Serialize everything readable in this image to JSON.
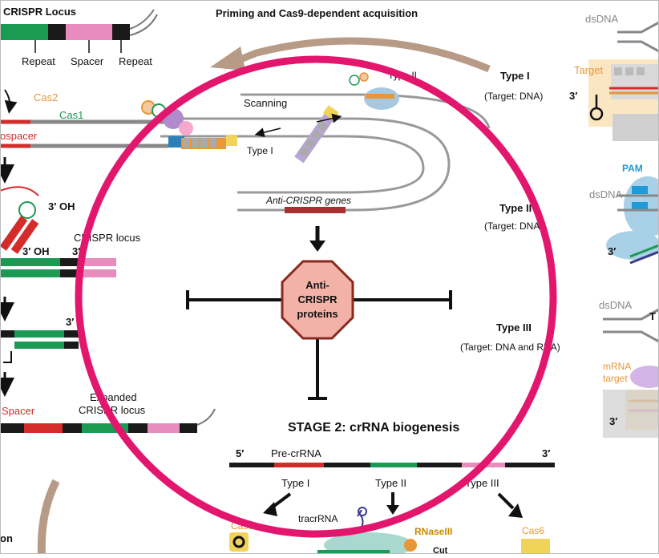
{
  "colors": {
    "circle": "#e3166e",
    "repeat": "#1a1a1a",
    "spacer": "#e88bbd",
    "green": "#1a9a52",
    "red": "#d42b2b",
    "arrow_brown": "#b79b87",
    "orange": "#e8963a",
    "octagon_fill": "#f3b2a8",
    "octagon_stroke": "#8a2a1f",
    "gene_red": "#a83030",
    "rnase_orange": "#cc8a00"
  },
  "left_panel": {
    "crispr_locus_title": "CRISPR Locus",
    "repeat_left": "Repeat",
    "spacer": "Spacer",
    "repeat_right": "Repeat",
    "cas2": "Cas2",
    "cas1": "Cas1",
    "protospacer": "ospacer",
    "three_oh_top": "3′ OH",
    "three_oh_mid": "3′ OH",
    "three_prime_a": "3′",
    "crispr_locus_mid": "CRISPR locus",
    "three_prime_b": "3′",
    "spacer_bottom": "Spacer",
    "expanded_line1": "Expanded",
    "expanded_line2": "CRISPR locus",
    "bottom_fragment": "on"
  },
  "top": {
    "priming_title": "Priming and Cas9-dependent acquisition"
  },
  "center": {
    "type_ii_top": "Type II",
    "scanning": "Scanning",
    "type_i_center": "Type I",
    "anti_crispr_genes": "Anti-CRISPR genes",
    "octagon_line1": "Anti-",
    "octagon_line2": "CRISPR",
    "octagon_line3": "proteins",
    "stage2_title": "STAGE 2: crRNA biogenesis",
    "five_prime": "5′",
    "pre_crrna": "Pre-crRNA",
    "three_prime": "3′",
    "type_i_bottom": "Type I",
    "type_ii_bottom": "Type II",
    "type_iii_bottom": "Type III",
    "tracrrna": "tracrRNA",
    "rnaseiii": "RNaseIII",
    "cas6_left": "Cas6",
    "cas6_right": "Cas6",
    "cut": "Cut"
  },
  "right_labels": {
    "type_i_title": "Type I",
    "type_i_target": "(Target: DNA)",
    "type_ii_title": "Type II",
    "type_ii_target": "(Target: DNA)",
    "type_iii_title": "Type III",
    "type_iii_target": "(Target: DNA and RNA)"
  },
  "right_panel": {
    "dsdna_top": "dsDNA",
    "target": "Target",
    "three_prime_top": "3′",
    "pam": "PAM",
    "dsdna_mid": "dsDNA",
    "three_prime_mid": "3′",
    "dsdna_bottom": "dsDNA",
    "t_fragment": "T",
    "mrna_line1": "mRNA",
    "mrna_line2": "target",
    "three_prime_bottom": "3′"
  }
}
